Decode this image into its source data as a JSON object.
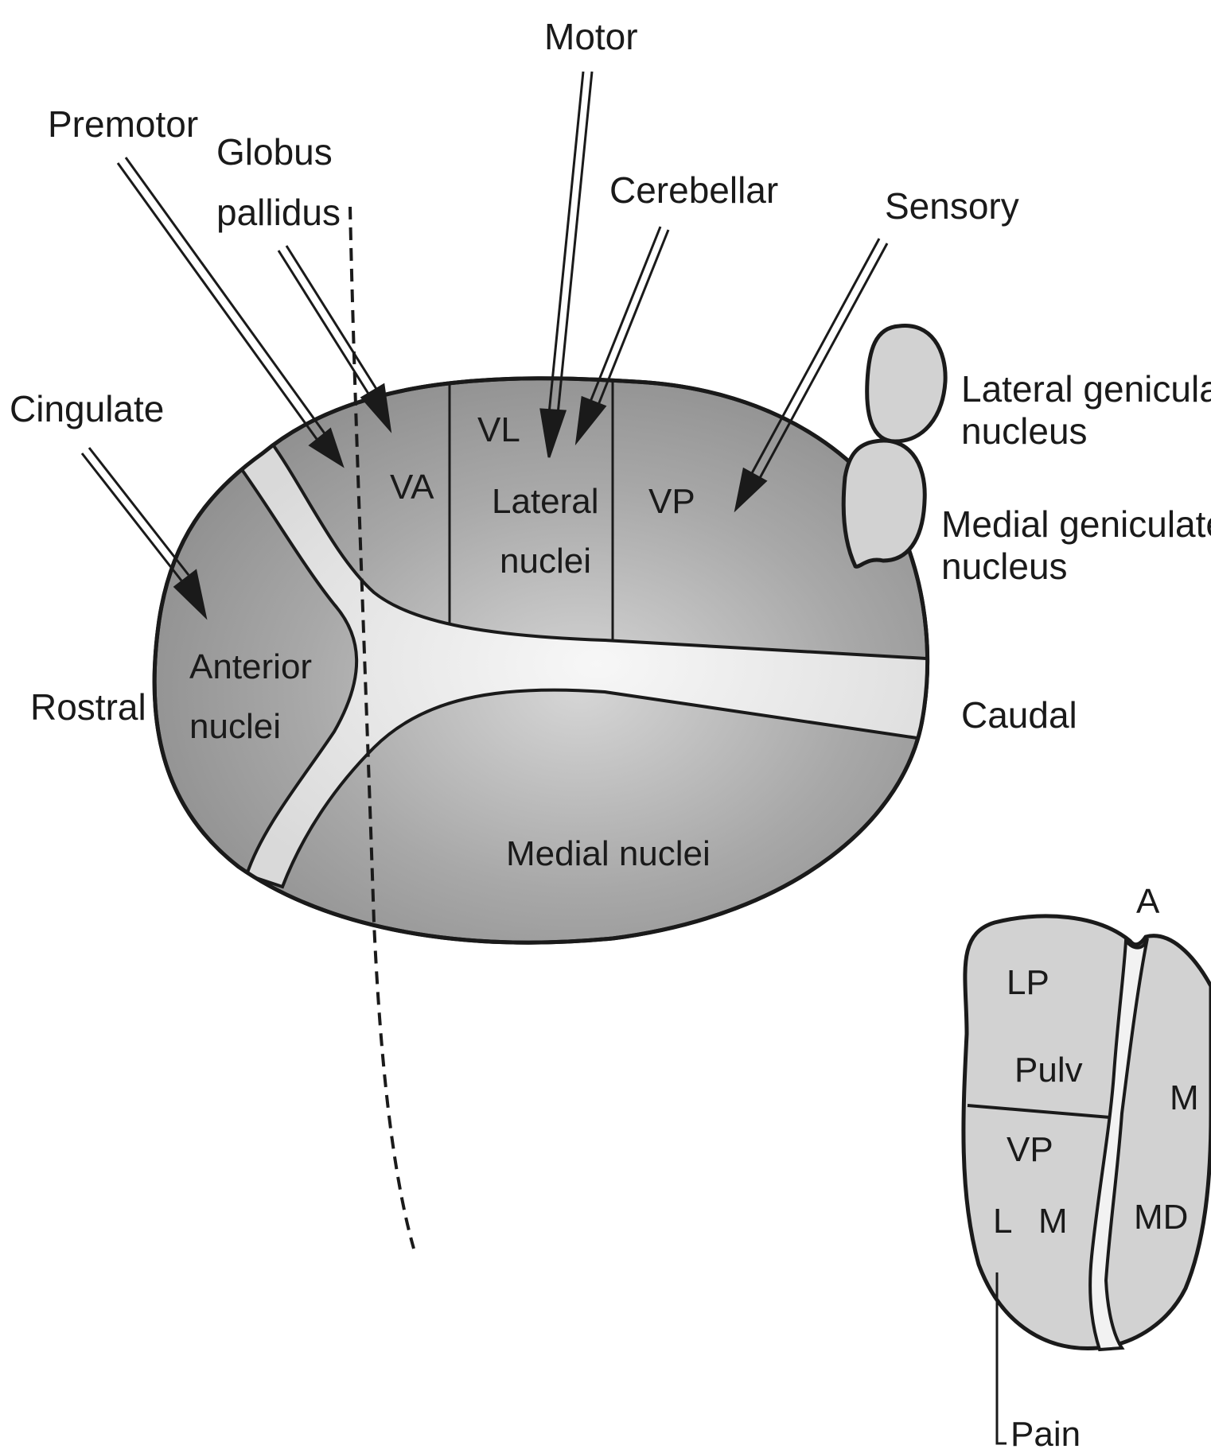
{
  "main_view": {
    "pointer_labels": {
      "motor": "Motor",
      "premotor": "Premotor",
      "globus_1": "Globus",
      "globus_2": "pallidus",
      "cerebellar": "Cerebellar",
      "sensory": "Sensory",
      "cingulate": "Cingulate"
    },
    "geniculate": {
      "lateral_1": "Lateral geniculate",
      "lateral_2": "nucleus",
      "medial_1": "Medial geniculate",
      "medial_2": "nucleus"
    },
    "directions": {
      "rostral": "Rostral",
      "caudal": "Caudal"
    },
    "nuclei": {
      "va": "VA",
      "vl": "VL",
      "lateral_1": "Lateral",
      "lateral_2": "nuclei",
      "vp": "VP",
      "anterior_1": "Anterior",
      "anterior_2": "nuclei",
      "medial": "Medial nuclei"
    }
  },
  "cross_section": {
    "a": "A",
    "lp": "LP",
    "pulv": "Pulv",
    "m_upper": "M",
    "vp": "VP",
    "l": "L",
    "m_lower": "M",
    "md": "MD",
    "pain": "Pain"
  },
  "colors": {
    "nucleus_gray": "#8c8c8c",
    "white_matter": "#e2e2e2",
    "geniculate_fill": "#d2d2d2",
    "outline": "#1a1a1a"
  }
}
